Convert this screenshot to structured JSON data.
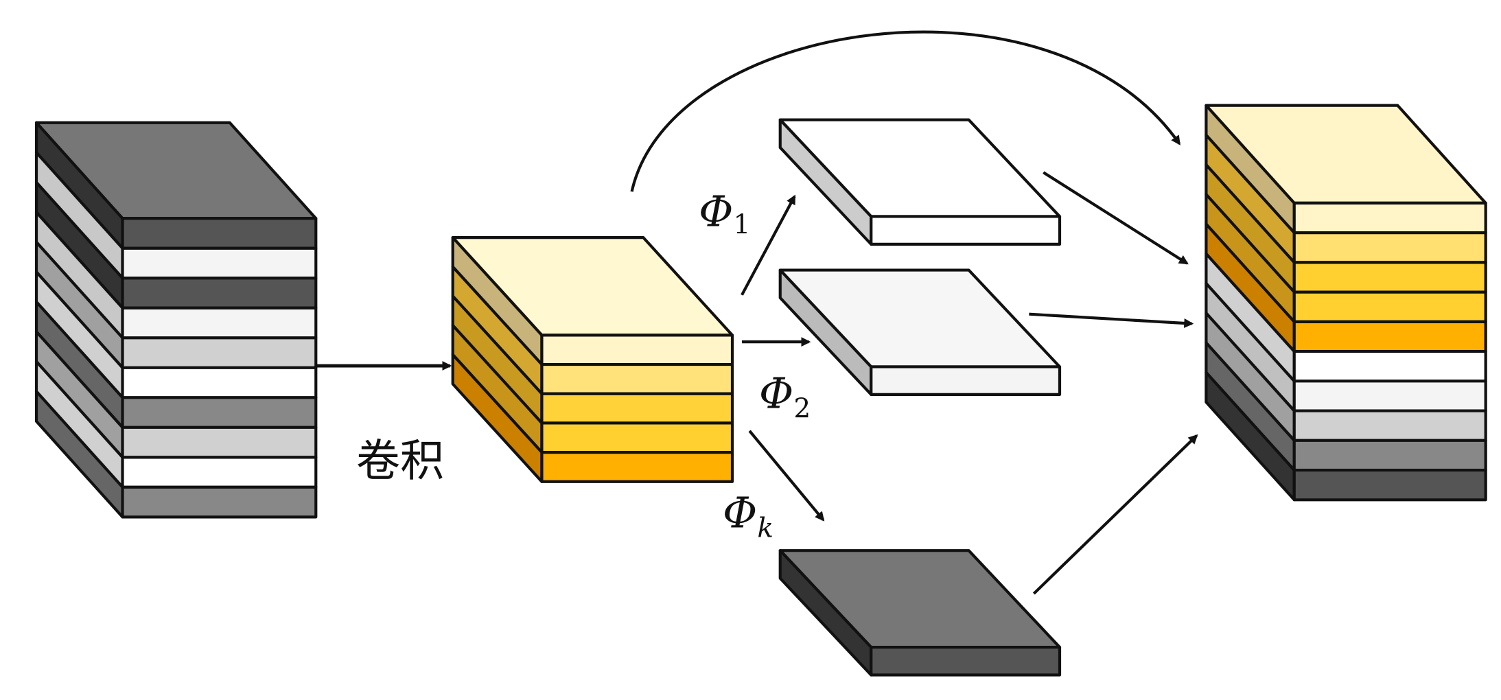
{
  "labels": {
    "conv": "卷积",
    "phi1": {
      "symbol": "Φ",
      "sub": "1"
    },
    "phi2": {
      "symbol": "Φ",
      "sub": "2"
    },
    "phik": {
      "symbol": "Φ",
      "sub": "k"
    }
  },
  "blocks": {
    "input": {
      "top": "#777777",
      "front": [
        "#555555",
        "#f4f4f4",
        "#555555",
        "#f4f4f4",
        "#d0d0d0",
        "#ffffff",
        "#888888",
        "#d0d0d0",
        "#ffffff",
        "#888888"
      ],
      "side": [
        "#333333",
        "#c8c8c8",
        "#333333",
        "#c8c8c8",
        "#a0a0a0",
        "#d0d0d0",
        "#666666",
        "#a0a0a0",
        "#d0d0d0",
        "#666666"
      ]
    },
    "conv": {
      "top": "#fff8d0",
      "front": [
        "#fff5c8",
        "#ffe27a",
        "#ffd23a",
        "#ffd030",
        "#ffb000"
      ],
      "side": [
        "#c8b47a",
        "#d4a830",
        "#c89a20",
        "#c8951a",
        "#cc8000"
      ]
    },
    "output": {
      "top": "#fff5c8",
      "front": [
        "#fff5c8",
        "#ffe070",
        "#ffd030",
        "#ffd030",
        "#ffb000",
        "#ffffff",
        "#f4f4f4",
        "#d0d0d0",
        "#888888",
        "#555555"
      ],
      "side": [
        "#c8b47a",
        "#d4a830",
        "#c89a20",
        "#c8951a",
        "#cc8000",
        "#d0d0d0",
        "#c0c0c0",
        "#a0a0a0",
        "#666666",
        "#333333"
      ]
    }
  },
  "slices": {
    "slice1": {
      "top": "#ffffff",
      "front": "#ffffff",
      "side": "#cccccc"
    },
    "slice2": {
      "top": "#f6f6f6",
      "front": "#f4f4f4",
      "side": "#bbbbbb"
    },
    "slicek": {
      "top": "#777777",
      "front": "#555555",
      "side": "#333333"
    }
  }
}
